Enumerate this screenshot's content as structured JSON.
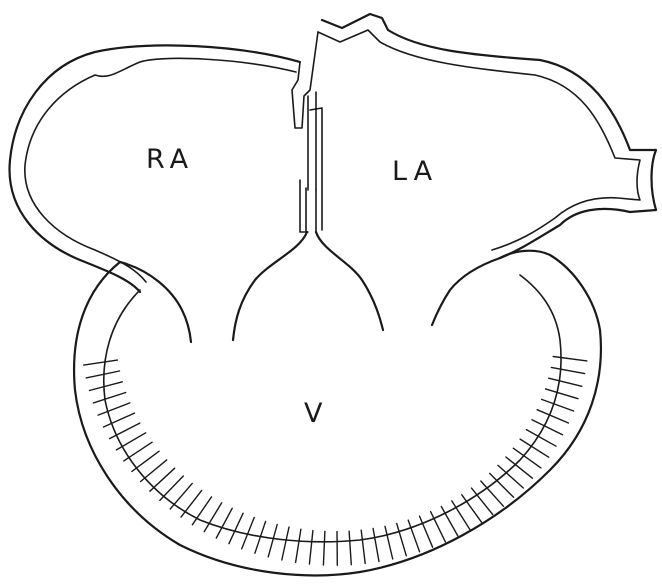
{
  "diagram": {
    "labels": {
      "right_atrium": "RA",
      "left_atrium": "LA",
      "ventricle": "V"
    },
    "line_color": "#1a1a1a",
    "background": "#ffffff"
  }
}
